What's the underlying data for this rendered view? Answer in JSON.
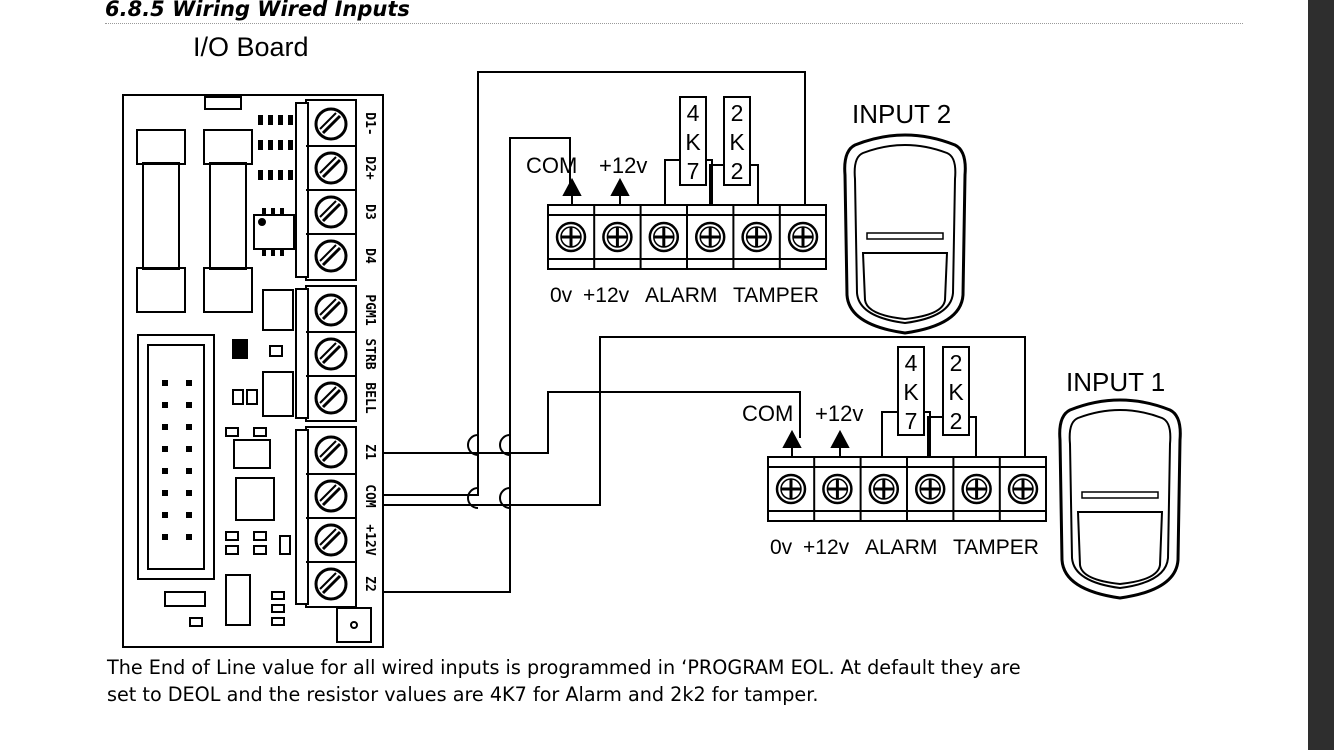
{
  "section_heading": "6.8.5 Wiring Wired Inputs",
  "diagram": {
    "board_title": "I/O Board",
    "board_terminals": [
      "D1-",
      "D2+",
      "D3",
      "D4",
      "PGM1",
      "STRB",
      "BELL",
      "Z1",
      "COM",
      "+12V",
      "Z2"
    ],
    "detector_1": {
      "title": "INPUT 1",
      "top_labels": {
        "com": "COM",
        "plus12": "+12v"
      },
      "resistor_alarm": [
        "4",
        "K",
        "7"
      ],
      "resistor_tamper": [
        "2",
        "K",
        "2"
      ],
      "bottom_labels": {
        "zero_v": "0v",
        "plus12": "+12v",
        "alarm": "ALARM",
        "tamper": "TAMPER"
      }
    },
    "detector_2": {
      "title": "INPUT 2",
      "top_labels": {
        "com": "COM",
        "plus12": "+12v"
      },
      "resistor_alarm": [
        "4",
        "K",
        "7"
      ],
      "resistor_tamper": [
        "2",
        "K",
        "2"
      ],
      "bottom_labels": {
        "zero_v": "0v",
        "plus12": "+12v",
        "alarm": "ALARM",
        "tamper": "TAMPER"
      }
    }
  },
  "caption": {
    "line1": "The End of Line value for all wired inputs is programmed in ‘PROGRAM EOL. At default they are",
    "line2": "set to DEOL and the resistor values are 4K7 for Alarm and 2k2 for tamper."
  }
}
